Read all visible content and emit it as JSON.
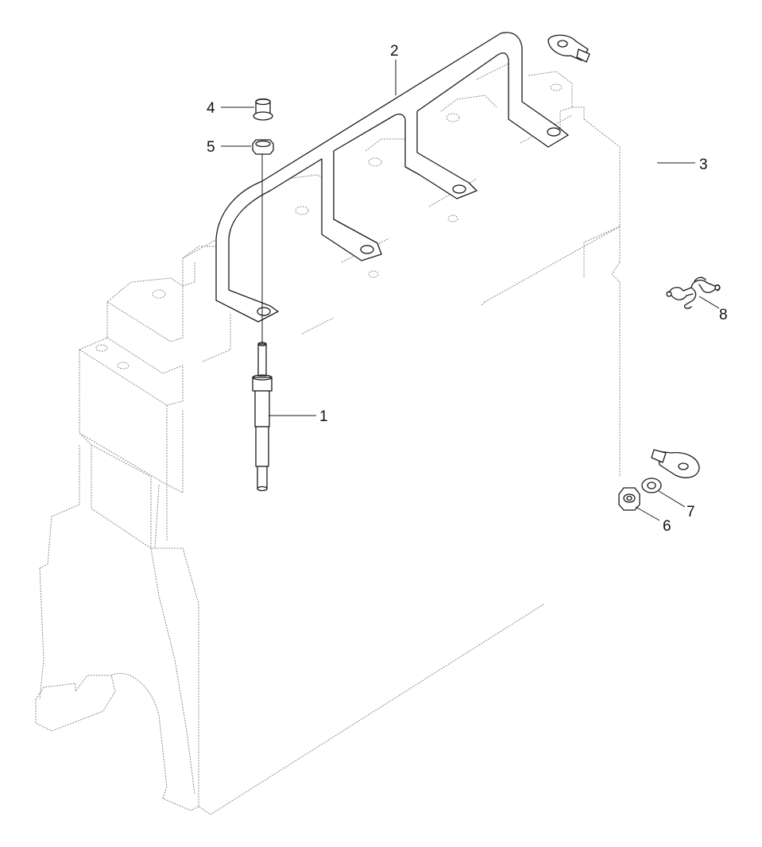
{
  "diagram": {
    "type": "exploded-parts-view",
    "callouts": [
      {
        "id": "1",
        "label": "1"
      },
      {
        "id": "2",
        "label": "2"
      },
      {
        "id": "3",
        "label": "3"
      },
      {
        "id": "4",
        "label": "4"
      },
      {
        "id": "5",
        "label": "5"
      },
      {
        "id": "6",
        "label": "6"
      },
      {
        "id": "7",
        "label": "7"
      },
      {
        "id": "8",
        "label": "8"
      }
    ],
    "colors": {
      "line": "#1a1a1a",
      "engine_outline": "#8a8a8a",
      "background": "#ffffff"
    }
  }
}
